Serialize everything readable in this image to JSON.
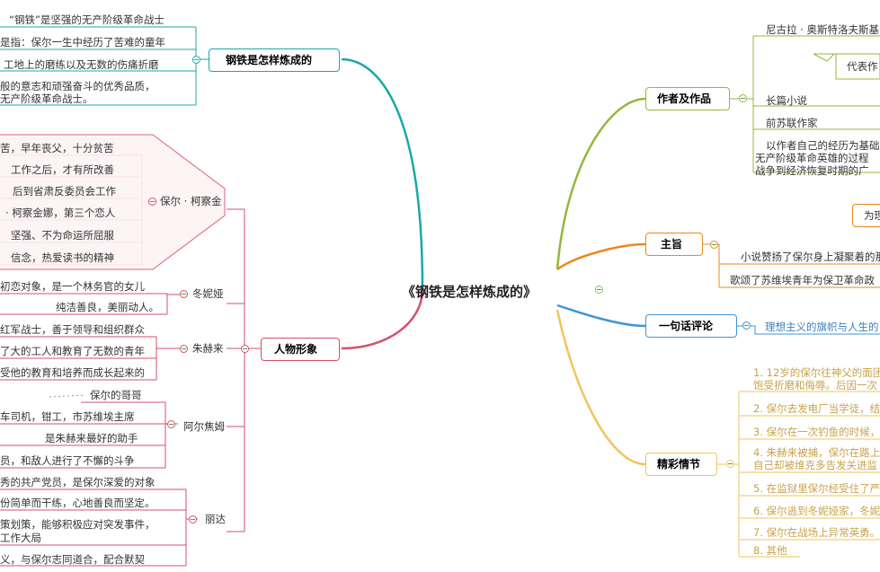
{
  "center": {
    "title": "《钢铁是怎样炼成的》"
  },
  "branches": {
    "title_branch": {
      "label": "钢铁是怎样炼成的",
      "items": [
        "“钢铁”是坚强的无产阶级革命战士",
        "是指：保尔一生中经历了苦难的童年",
        "工地上的磨练以及无数的伤痛折磨",
        "般的意志和顽强奋斗的优秀品质，",
        "无产阶级革命战士。"
      ]
    },
    "characters": {
      "label": "人物形象",
      "pavel": {
        "name": "保尔 · 柯察金",
        "items": [
          "苦，早年丧父，十分贫苦",
          "工作之后，才有所改善",
          "后到省肃反委员会工作",
          "· 柯察金娜，第三个恋人",
          "坚强、不为命运所屈服",
          "信念，热爱读书的精神"
        ]
      },
      "tonya": {
        "name": "冬妮娅",
        "items": [
          "初恋对象，是一个林务官的女儿",
          "纯洁善良，美丽动人。"
        ]
      },
      "zhukhrai": {
        "name": "朱赫来",
        "items": [
          "红军战士，善于领导和组织群众",
          "了大的工人和教育了无数的青年",
          "受他的教育和培养而成长起来的"
        ]
      },
      "artyom": {
        "name": "阿尔焦姆",
        "items": [
          "保尔的哥哥",
          "车司机，钳工，市苏维埃主席",
          "是朱赫来最好的助手",
          "员，和敌人进行了不懈的斗争"
        ]
      },
      "rita": {
        "name": "丽达",
        "items": [
          "秀的共产党员，是保尔深爱的对象",
          "份简单而干练，心地善良而坚定。",
          "策划策，能够积极应对突发事件，",
          "工作大局",
          "义，与保尔志同道合，配合默契"
        ]
      }
    },
    "author": {
      "label": "作者及作品",
      "items": [
        "尼古拉 · 奥斯特洛夫斯基",
        "长篇小说",
        "前苏联作家",
        "以作者自己的经历为基础",
        "无产阶级革命英雄的过程",
        "战争到经济恢复时期的广"
      ],
      "callout": "代表作"
    },
    "theme": {
      "label": "主旨",
      "callout": "为理",
      "items": [
        "小说赞扬了保尔身上凝聚着的那",
        "歌颂了苏维埃青年为保卫革命政"
      ]
    },
    "comment": {
      "label": "一句话评论",
      "items": [
        "理想主义的旗帜与人生的"
      ]
    },
    "plots": {
      "label": "精彩情节",
      "items": [
        "1. 12岁的保尔往神父的面团",
        "饱受折磨和侮辱。后因一次",
        "2. 保尔去发电厂当学徒，结",
        "3. 保尔在一次钓鱼的时候，",
        "4. 朱赫来被捕，保尔在路上",
        "自己却被维克多告发关进监",
        "5. 在监狱里保尔经受住了严",
        "6. 保尔逃到冬妮娅家，冬妮",
        "7. 保尔在战场上异常英勇。",
        "8. 其他"
      ]
    }
  },
  "colors": {
    "title_branch": "#1aa8a8",
    "characters": "#d64f6b",
    "author": "#93b83b",
    "theme": "#e8891a",
    "comment": "#3d95d6",
    "plots": "#f2c45a"
  }
}
